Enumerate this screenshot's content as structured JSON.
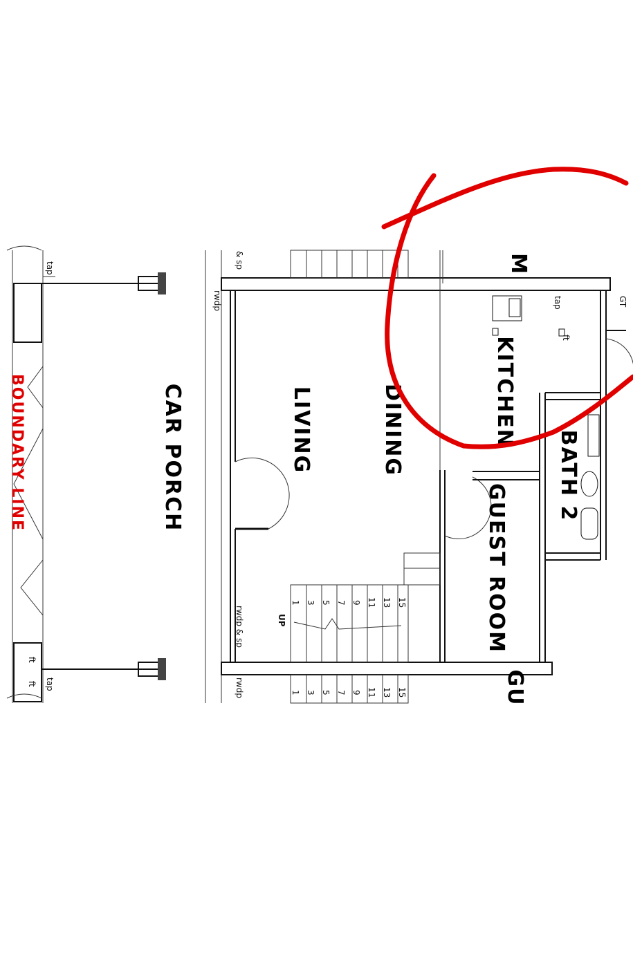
{
  "plan": {
    "rooms": {
      "car_porch": "CAR PORCH",
      "living": "LIVING",
      "dining": "DINING",
      "kitchen": "KITCHEN",
      "bath2": "BATH 2",
      "guest_room": "GUEST ROOM",
      "partial_top": "M",
      "partial_bottom": "GU"
    },
    "boundary_line": "BOUNDARY LINE",
    "notes": {
      "tap": "tap",
      "ft": "ft",
      "rwdp": "rwdp",
      "sp": "& sp",
      "rwdp_sp": "rwdp & sp",
      "gt": "GT",
      "up": "UP"
    },
    "stair_numbers": [
      "1",
      "3",
      "5",
      "7",
      "9",
      "11",
      "13",
      "15"
    ],
    "lower_stair_numbers": [
      "1",
      "3",
      "5",
      "7",
      "9",
      "11",
      "13",
      "15"
    ],
    "markup_color": "#e00000",
    "boundary_color": "#e00000"
  }
}
